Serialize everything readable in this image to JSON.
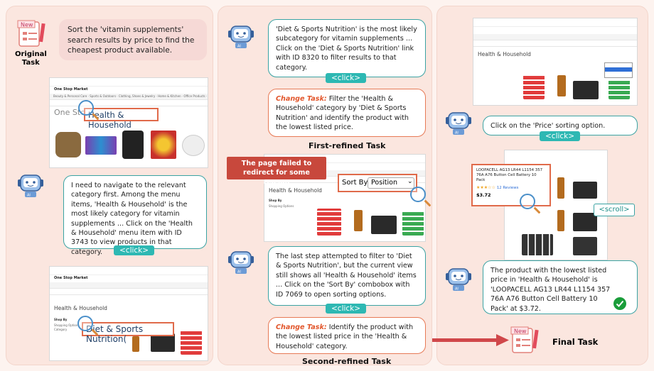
{
  "original_task": {
    "label": "Original\nTask",
    "text": "Sort the 'vitamin supplements' search results by price to find the cheapest product available."
  },
  "panel1": {
    "shot1_highlight": "Health & Household",
    "shot1_title": "One Stop Market",
    "thought": "I need to navigate to the relevant category first. Among the menu items, 'Health & Household' is the most likely category for vitamin supplements ... Click on the 'Health & Household' menu item with ID 3743 to view products in that category.",
    "action": "<click>",
    "shot2_title": "Health & Household",
    "shot2_highlight": "Diet & Sports Nutrition("
  },
  "panel2": {
    "thought1": "'Diet & Sports Nutrition' is the most likely subcategory for vitamin supplements ... Click on the 'Diet & Sports Nutrition' link with ID 8320 to filter results to that category.",
    "action1": "<click>",
    "change_label": "Change Task:",
    "task1": " Filter the 'Health & Household' category by 'Diet & Sports Nutrition' and identify the product with the lowest listed price.",
    "caption1": "First-refined Task",
    "fail_note": "The page failed to redirect for some reason",
    "sort_label": "Sort By",
    "sort_value": "Position",
    "shot_title": "Health & Household",
    "thought2": "The last step attempted to filter to 'Diet & Sports Nutrition', but the current view still shows all 'Health & Household' items ... Click on the 'Sort By' combobox with ID 7069 to open sorting options.",
    "action2": "<click>",
    "task2": " Identify the product with the lowest listed price in the 'Health & Household' category.",
    "caption2": "Second-refined Task"
  },
  "panel3": {
    "shot1_title": "Health & Household",
    "thought1": "Click on the 'Price' sorting option.",
    "action1": "<click>",
    "product_name": "LOOPACELL AG13 LR44 L1154 357 76A A76 Button Cell Battery 10 Pack",
    "product_reviews": "12 Reviews",
    "product_price": "$3.72",
    "action_scroll": "<scroll>",
    "thought2": "The product with the lowest listed price in 'Health & Household' is 'LOOPACELL AG13 LR44 L1154 357 76A A76 Button Cell Battery 10 Pack' at $3.72.",
    "final_label": "Final Task"
  },
  "colors": {
    "teal": "#3aa3a3",
    "coral": "#e77a56",
    "arrow": "#d0474a"
  }
}
